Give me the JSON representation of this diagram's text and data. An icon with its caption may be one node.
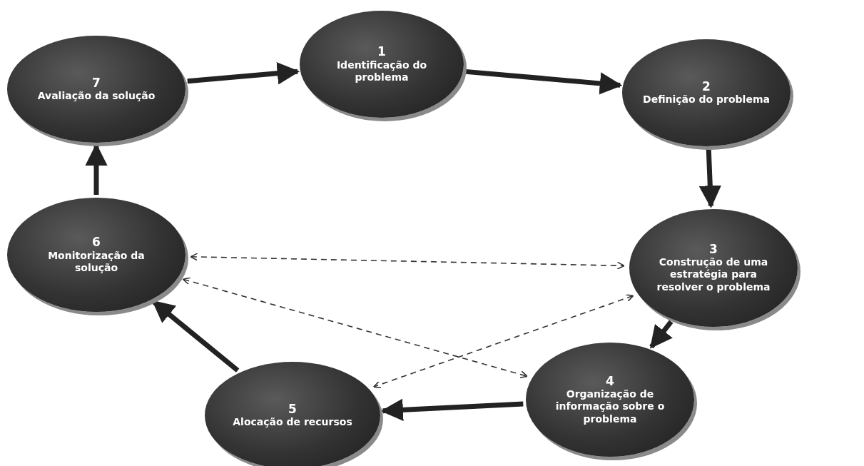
{
  "diagram": {
    "nodes": [
      {
        "text": [
          "1",
          "Identificação do problema"
        ]
      },
      {
        "text": [
          "2",
          "Definição do problema"
        ]
      },
      {
        "text": [
          "3",
          "Construção de uma estratégia para resolver o problema"
        ]
      },
      {
        "text": [
          "4",
          "Organização de informação sobre o problema"
        ]
      },
      {
        "text": [
          "5",
          "Alocação de recursos"
        ]
      },
      {
        "text": [
          "6",
          "Monitorização da solução"
        ]
      },
      {
        "text": [
          "7",
          "Avaliação da solução"
        ]
      }
    ],
    "edges": [
      {
        "from": 6,
        "to": 0,
        "arrow": "to"
      },
      {
        "from": 0,
        "to": 1,
        "arrow": "to"
      },
      {
        "from": 1,
        "to": 2,
        "arrow": "to"
      },
      {
        "from": 2,
        "to": 3,
        "arrow": "to"
      },
      {
        "from": 3,
        "to": 4,
        "arrow": "to"
      },
      {
        "from": 4,
        "to": 5,
        "arrow": "to"
      },
      {
        "from": 5,
        "to": 6,
        "arrow": "to"
      },
      {
        "from": 5,
        "to": 2,
        "arrow": "both",
        "style": "dashed"
      },
      {
        "from": 5,
        "to": 3,
        "arrow": "both",
        "style": "dashed"
      },
      {
        "from": 2,
        "to": 4,
        "arrow": "both",
        "style": "dashed"
      }
    ]
  }
}
